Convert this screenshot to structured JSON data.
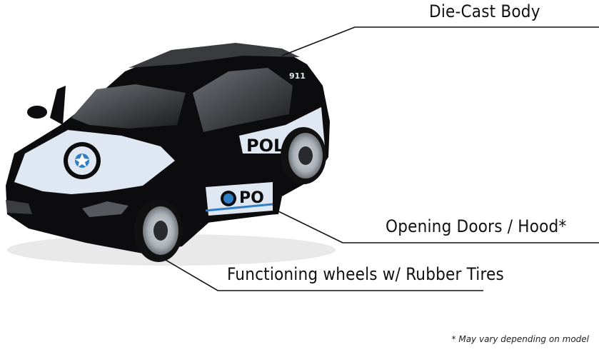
{
  "callouts": {
    "body": "Die-Cast Body",
    "doors": "Opening Doors / Hood*",
    "wheels": "Functioning wheels w/ Rubber Tires"
  },
  "footnote": "* May vary depending on model",
  "car": {
    "door_text": "POLICE",
    "front_door_text": "PO",
    "unit_number": "911",
    "body_color": "#0b0b0d",
    "accent_color": "#dfe8f2",
    "stripe_color": "#2f7fc6"
  }
}
